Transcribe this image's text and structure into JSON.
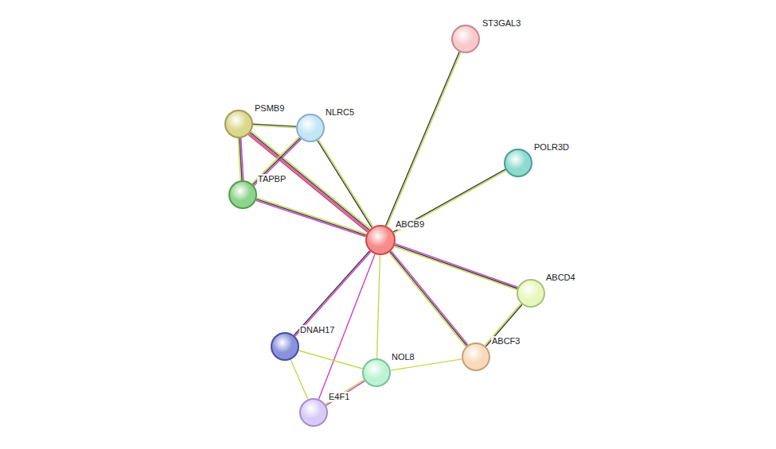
{
  "diagram": {
    "nodes": [
      {
        "text": [
          "ST3GAL3"
        ]
      },
      {
        "text": [
          "PSMB9"
        ]
      },
      {
        "text": [
          "NLRC5"
        ]
      },
      {
        "text": [
          "POLR3D"
        ]
      },
      {
        "text": [
          "TAPBP"
        ]
      },
      {
        "text": [
          "ABCB9"
        ]
      },
      {
        "text": [
          "ABCD4"
        ]
      },
      {
        "text": [
          "DNAH17"
        ]
      },
      {
        "text": [
          "ABCF3"
        ]
      },
      {
        "text": [
          "NOL8"
        ]
      },
      {
        "text": [
          "E4F1"
        ]
      }
    ],
    "edges": [
      {
        "from": 5,
        "to": 0,
        "arrow": "none"
      },
      {
        "from": 5,
        "to": 3,
        "arrow": "none"
      },
      {
        "from": 5,
        "to": 6,
        "arrow": "none"
      },
      {
        "from": 5,
        "to": 8,
        "arrow": "none"
      },
      {
        "from": 6,
        "to": 8,
        "arrow": "none"
      },
      {
        "from": 5,
        "to": 7,
        "arrow": "none"
      },
      {
        "from": 5,
        "to": 10,
        "arrow": "none"
      },
      {
        "from": 5,
        "to": 9,
        "arrow": "none"
      },
      {
        "from": 7,
        "to": 9,
        "arrow": "none"
      },
      {
        "from": 7,
        "to": 10,
        "arrow": "none"
      },
      {
        "from": 9,
        "to": 10,
        "arrow": "none"
      },
      {
        "from": 9,
        "to": 8,
        "arrow": "none"
      },
      {
        "from": 5,
        "to": 4,
        "arrow": "none"
      },
      {
        "from": 5,
        "to": 1,
        "arrow": "none"
      },
      {
        "from": 5,
        "to": 2,
        "arrow": "none"
      },
      {
        "from": 1,
        "to": 2,
        "arrow": "none"
      },
      {
        "from": 1,
        "to": 4,
        "arrow": "none"
      },
      {
        "from": 2,
        "to": 4,
        "arrow": "none"
      }
    ]
  }
}
